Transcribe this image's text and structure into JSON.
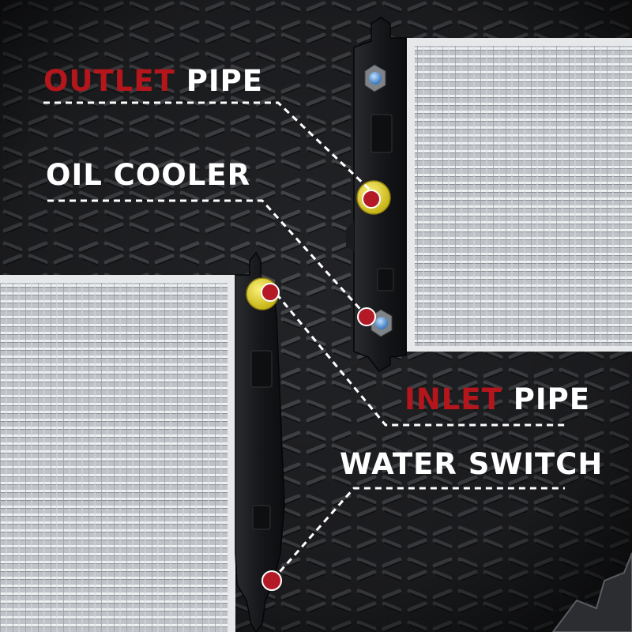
{
  "colors": {
    "background": "#1e1f21",
    "accent_red": "#b5161c",
    "label_white": "#ffffff",
    "marker_red": "#b31a26",
    "yellow_cap": "#e8d92c"
  },
  "callouts": {
    "outlet": {
      "accent": "OUTLET",
      "text": " PIPE"
    },
    "oil": {
      "accent": "",
      "text": "OIL COOLER"
    },
    "inlet": {
      "accent": "INLET",
      "text": " PIPE"
    },
    "water": {
      "accent": "",
      "text": "WATER SWITCH"
    }
  }
}
